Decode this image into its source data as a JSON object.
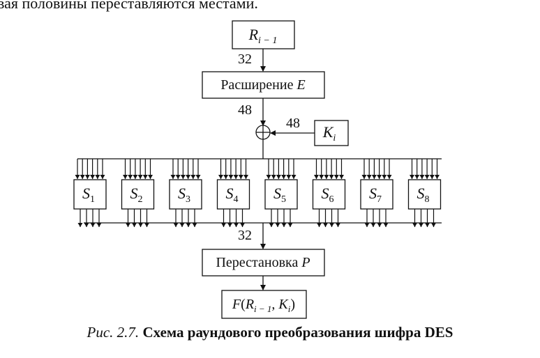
{
  "page": {
    "top_text": "вая половины переставляются местами."
  },
  "diagram": {
    "input": {
      "var": "R",
      "sub": "i − 1"
    },
    "bits_after_input": "32",
    "expansion": {
      "label": "Расширение ",
      "var": "E"
    },
    "bits_after_expansion": "48",
    "xor_symbol": "⊕",
    "key_bits": "48",
    "key": {
      "var": "K",
      "sub": "i"
    },
    "sboxes": [
      {
        "var": "S",
        "sub": "1"
      },
      {
        "var": "S",
        "sub": "2"
      },
      {
        "var": "S",
        "sub": "3"
      },
      {
        "var": "S",
        "sub": "4"
      },
      {
        "var": "S",
        "sub": "5"
      },
      {
        "var": "S",
        "sub": "6"
      },
      {
        "var": "S",
        "sub": "7"
      },
      {
        "var": "S",
        "sub": "8"
      }
    ],
    "bits_after_sboxes": "32",
    "permutation": {
      "label": "Перестановка ",
      "var": "P"
    },
    "output": {
      "f": "F",
      "open": "(",
      "r": "R",
      "r_sub": "i − 1",
      "comma": ", ",
      "k": "K",
      "k_sub": "i",
      "close": ")"
    }
  },
  "caption": {
    "figure_number": "Рис. 2.7.",
    "title": "Схема раундового преобразования шифра DES"
  }
}
